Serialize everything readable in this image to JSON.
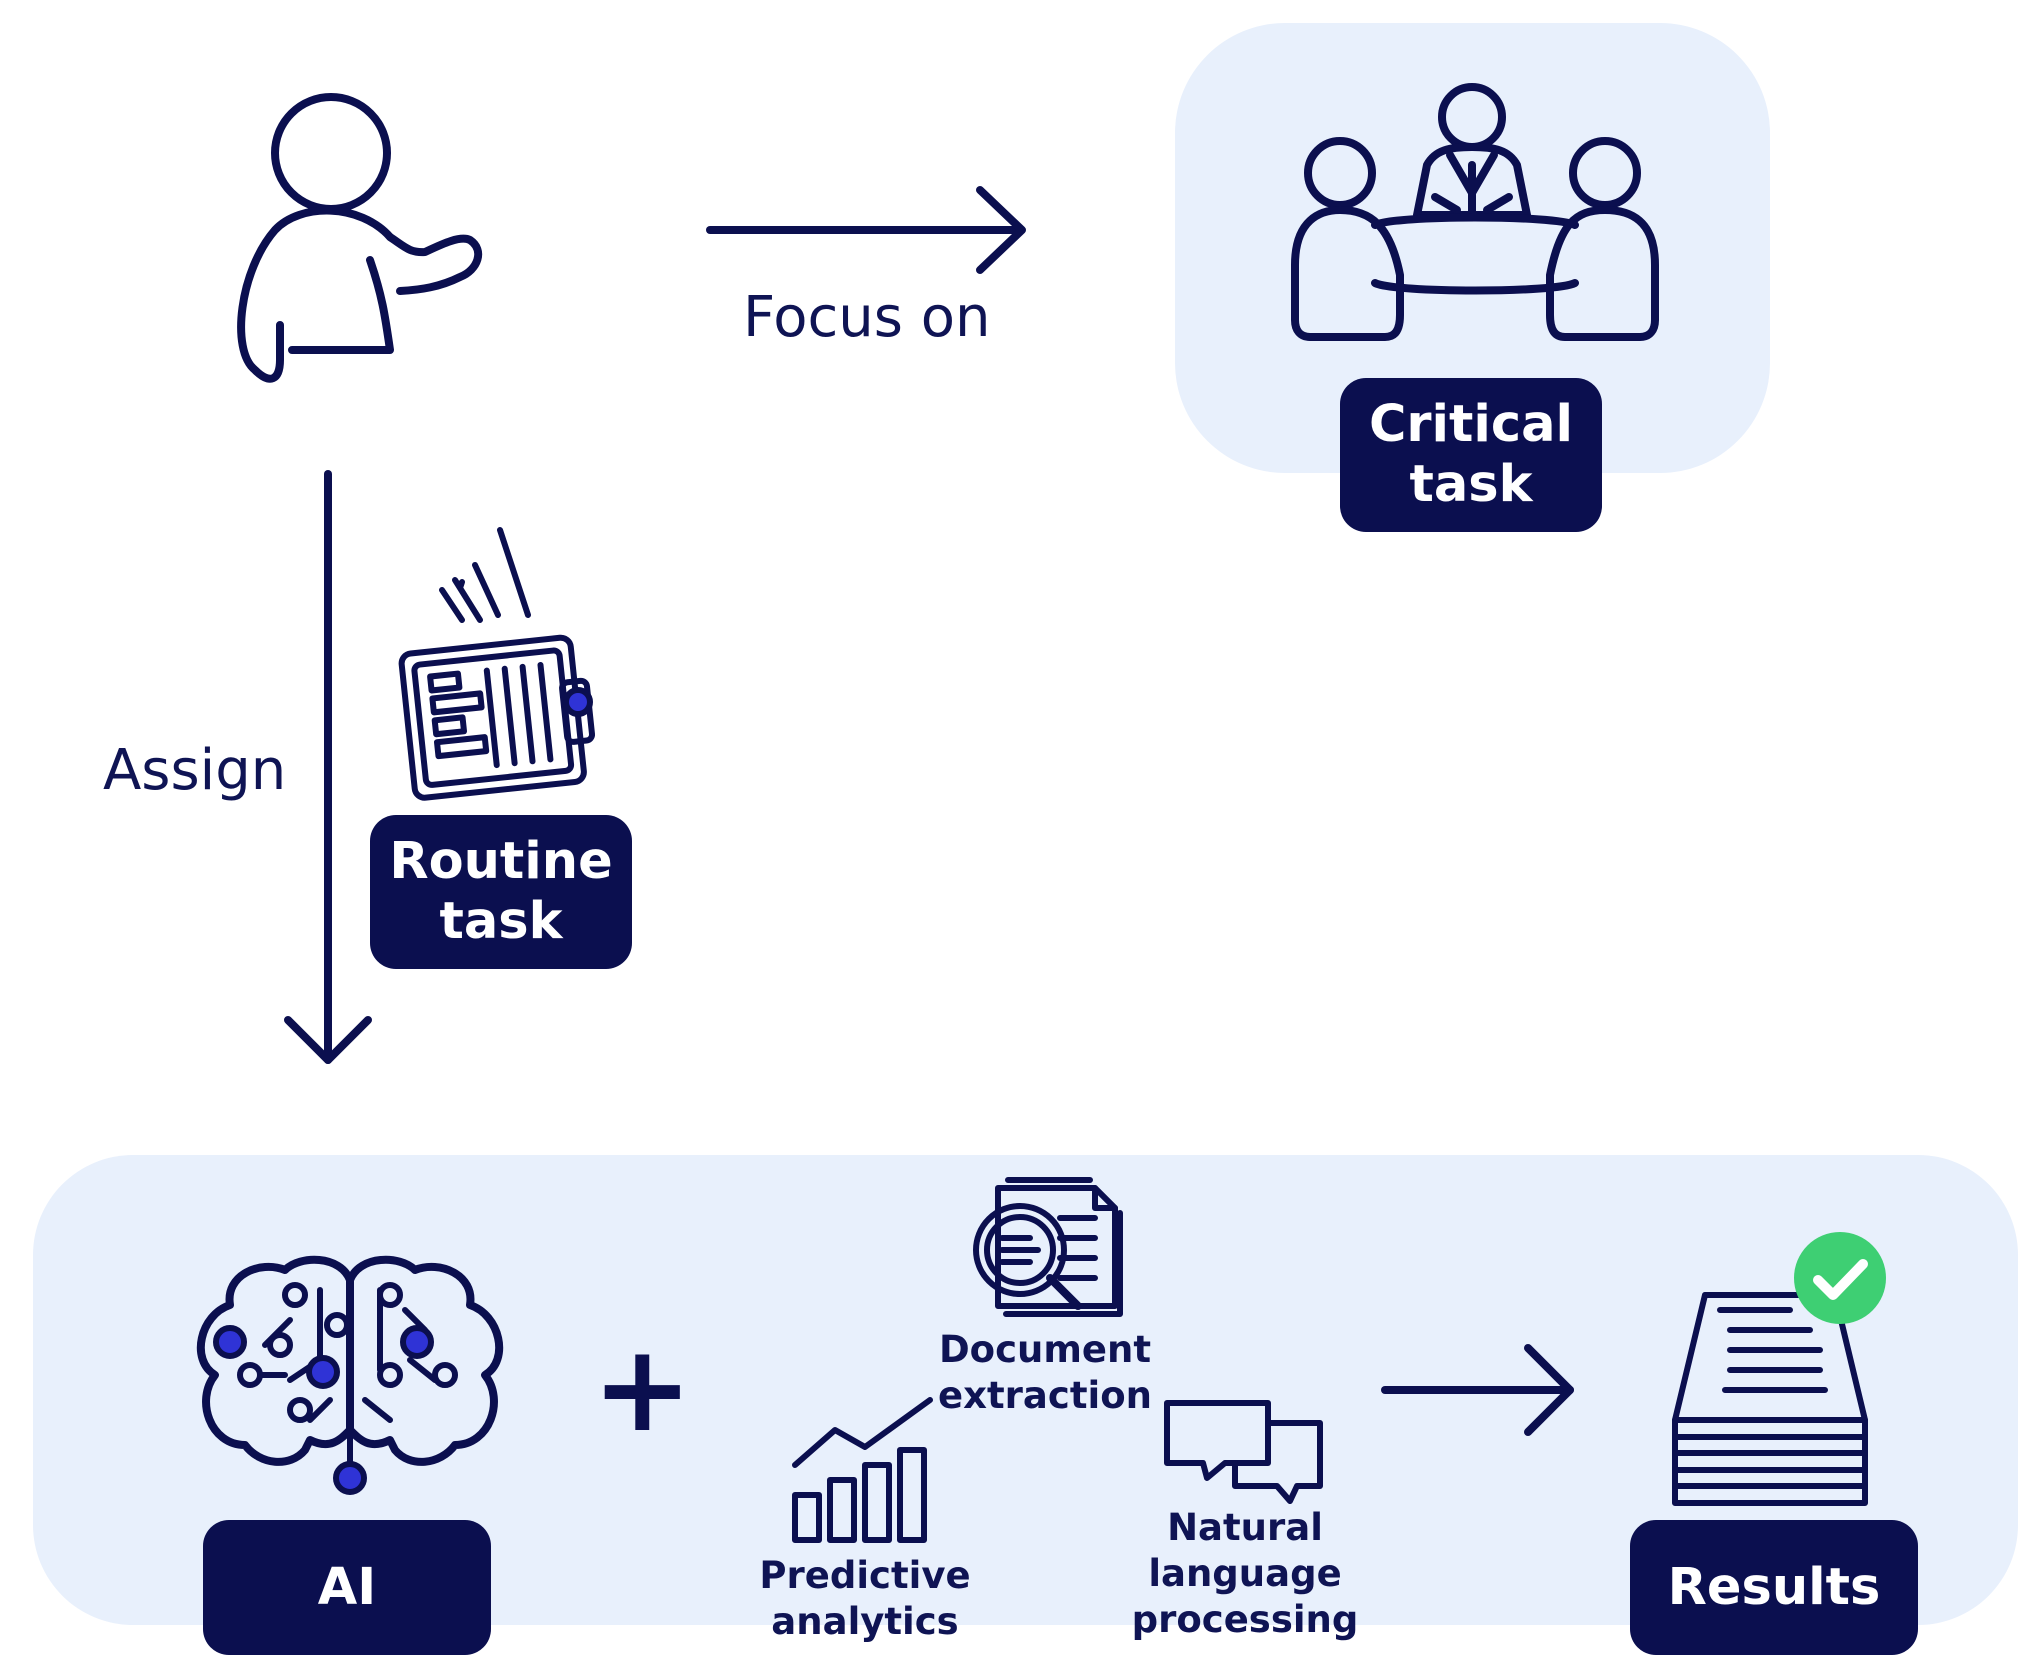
{
  "labels": {
    "focus_on": "Focus on",
    "assign": "Assign",
    "critical_task": "Critical\ntask",
    "routine_task": "Routine\ntask",
    "ai": "AI",
    "results": "Results",
    "plus": "+",
    "document_extraction": "Document extraction",
    "predictive_analytics": "Predictive analytics",
    "natural_language_processing": "Natural language\nprocessing"
  },
  "icons": {
    "person": "person-pointing-icon",
    "meeting": "meeting-people-icon",
    "routine": "falling-document-icon",
    "brain": "ai-brain-circuit-icon",
    "document_search": "document-search-icon",
    "bar_chart": "bar-chart-trend-icon",
    "chat": "chat-bubbles-icon",
    "paper_stack": "paper-stack-icon",
    "check": "check-badge-icon"
  },
  "colors": {
    "ink": "#0b0f4f",
    "panel": "#e8f0fc",
    "accent_dot": "#2f33d6",
    "check_green": "#3ecf73"
  }
}
